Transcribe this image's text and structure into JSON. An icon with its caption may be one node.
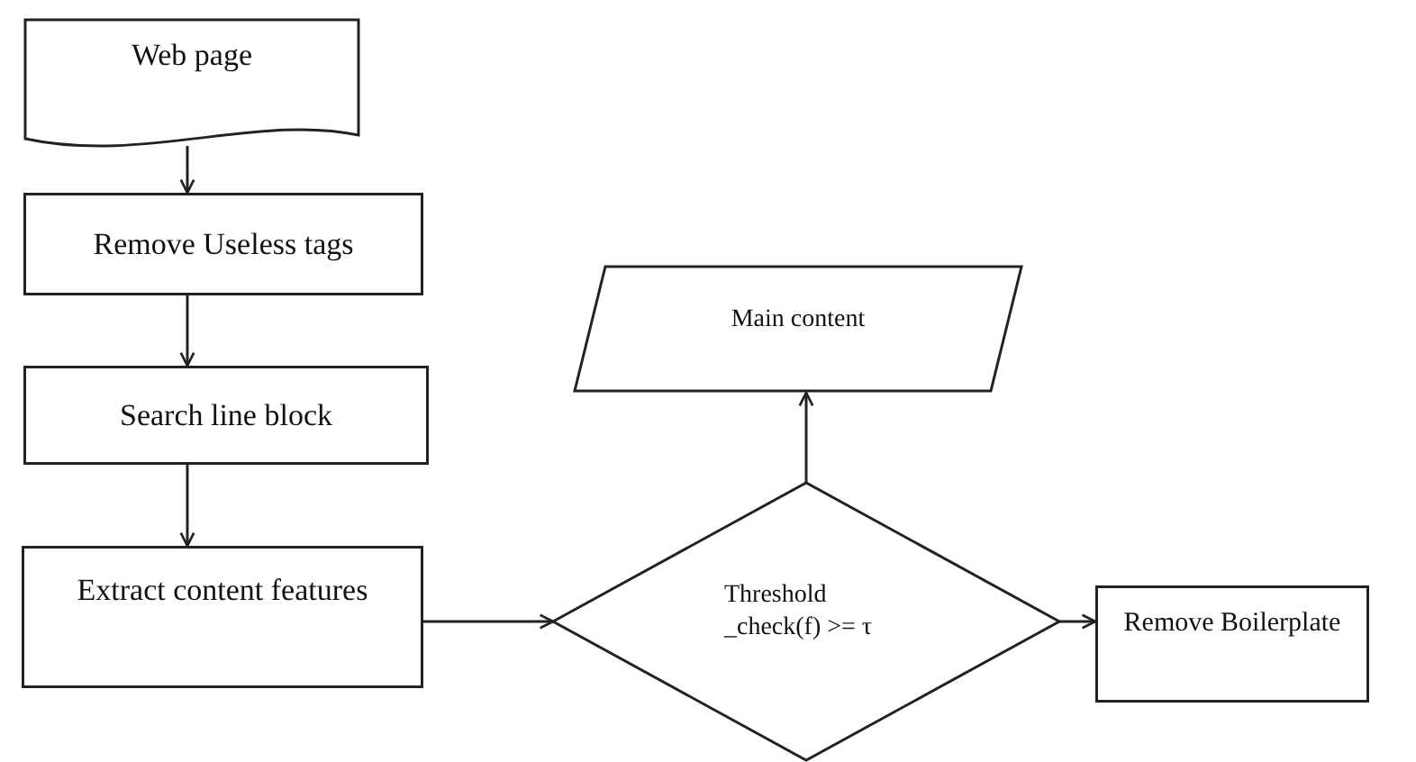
{
  "diagram": {
    "nodes": [
      {
        "text": [
          "Web page"
        ]
      },
      {
        "text": [
          "Remove Useless tags"
        ]
      },
      {
        "text": [
          "Search line block"
        ]
      },
      {
        "text": [
          "Extract content features"
        ]
      },
      {
        "text": [
          "Threshold _check(f) >= τ"
        ]
      },
      {
        "text": [
          "Main content"
        ]
      },
      {
        "text": [
          "Remove Boilerplate"
        ]
      }
    ],
    "edges": [
      {
        "from": 0,
        "to": 1,
        "arrow": "to"
      },
      {
        "from": 1,
        "to": 2,
        "arrow": "to"
      },
      {
        "from": 2,
        "to": 3,
        "arrow": "to"
      },
      {
        "from": 3,
        "to": 4,
        "arrow": "to"
      },
      {
        "from": 4,
        "to": 5,
        "arrow": "to"
      },
      {
        "from": 4,
        "to": 6,
        "arrow": "to"
      }
    ]
  }
}
